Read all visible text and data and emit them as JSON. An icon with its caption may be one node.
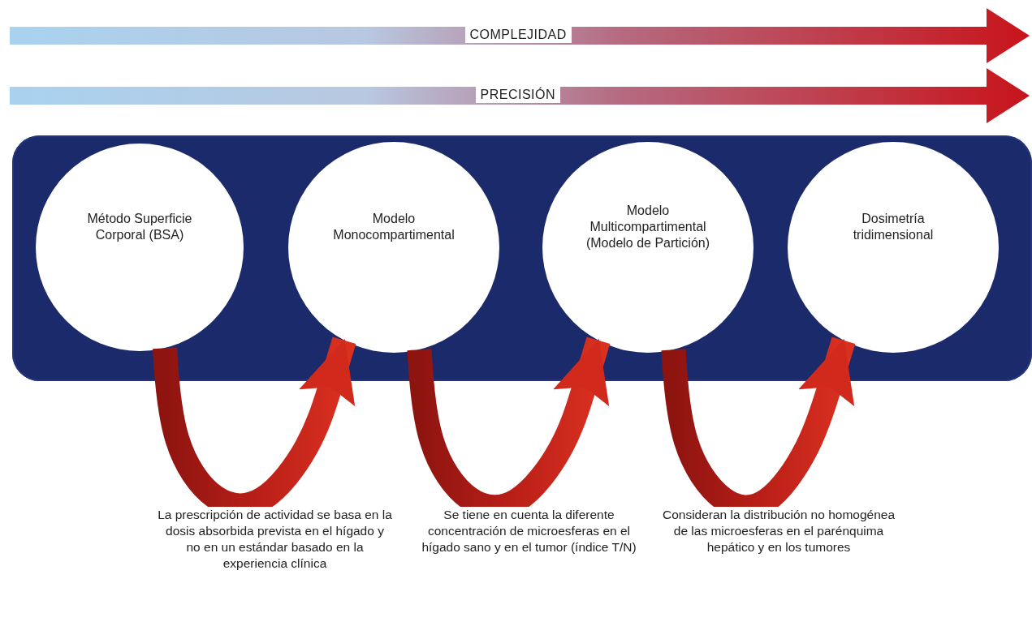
{
  "diagram": {
    "nodes": [
      {
        "text": [],
        "shape": "box"
      },
      {
        "text": [
          "Método Superficie Corporal (BSA)"
        ],
        "in": 0
      },
      {
        "text": [
          "Modelo Monocompartimental"
        ],
        "in": 0
      },
      {
        "text": [
          "Modelo Multicompartimental (Modelo de Partición)"
        ],
        "in": 0
      },
      {
        "text": [
          "Dosimetría tridimensional"
        ],
        "in": 0
      }
    ],
    "edges": [
      {
        "from": 1,
        "to": 2,
        "arrow": "to",
        "style": "thick",
        "label": "La prescripción de actividad se basa en la dosis absorbida prevista en el hígado y no en un estándar basado en la experiencia clínica"
      },
      {
        "from": 2,
        "to": 3,
        "arrow": "to",
        "style": "thick",
        "label": "Se tiene en cuenta la diferente concentración de microesferas en el hígado sano y en el tumor (índice T/N)"
      },
      {
        "from": 3,
        "to": 4,
        "arrow": "to",
        "style": "thick",
        "label": "Consideran la distribución no homogénea de las microesferas en el parénquima hepático y en los tumores"
      }
    ],
    "labels": [
      "COMPLEJIDAD",
      "PRECISIÓN"
    ]
  }
}
